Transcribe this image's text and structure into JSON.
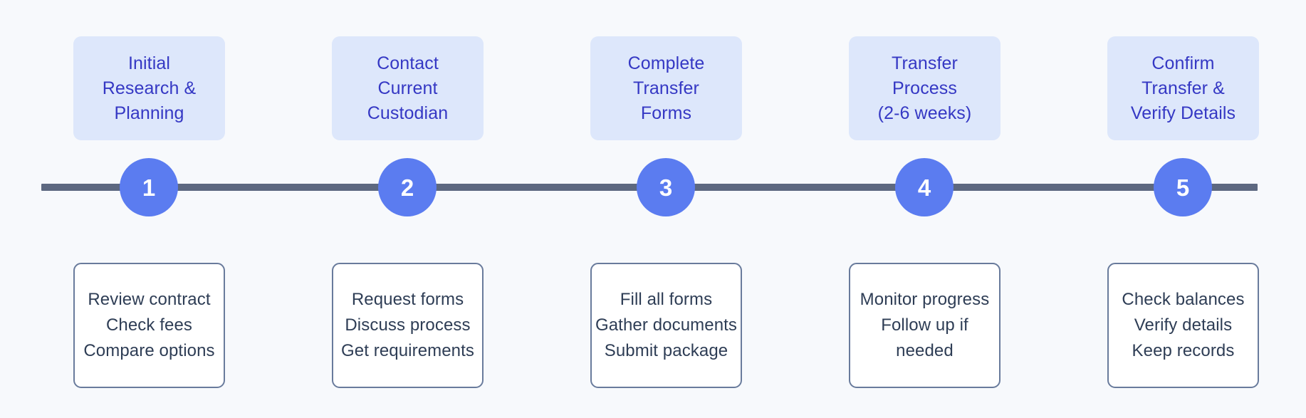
{
  "diagram": {
    "type": "process-timeline",
    "title": "",
    "background_color": "#f7f9fc",
    "axis": {
      "color": "#5d6880",
      "orientation": "horizontal"
    },
    "colors": {
      "phase_box_fill": "#dde7fb",
      "phase_box_text": "#3538c4",
      "milestone_fill": "#5b7cf0",
      "milestone_text": "#ffffff",
      "task_box_fill": "#ffffff",
      "task_box_border": "#697b9c",
      "task_box_text": "#2e3d55"
    },
    "stages": [
      {
        "number": "1",
        "phase": "Initial\nResearch &\nPlanning",
        "tasks": "Review contract\nCheck fees\nCompare options"
      },
      {
        "number": "2",
        "phase": "Contact\nCurrent\nCustodian",
        "tasks": "Request forms\nDiscuss process\nGet requirements"
      },
      {
        "number": "3",
        "phase": "Complete\nTransfer\nForms",
        "tasks": "Fill all forms\nGather documents\nSubmit package"
      },
      {
        "number": "4",
        "phase": "Transfer\nProcess\n(2-6 weeks)",
        "tasks": "Monitor progress\nFollow up if\nneeded"
      },
      {
        "number": "5",
        "phase": "Confirm\nTransfer &\nVerify Details",
        "tasks": "Check balances\nVerify details\nKeep records"
      }
    ]
  }
}
